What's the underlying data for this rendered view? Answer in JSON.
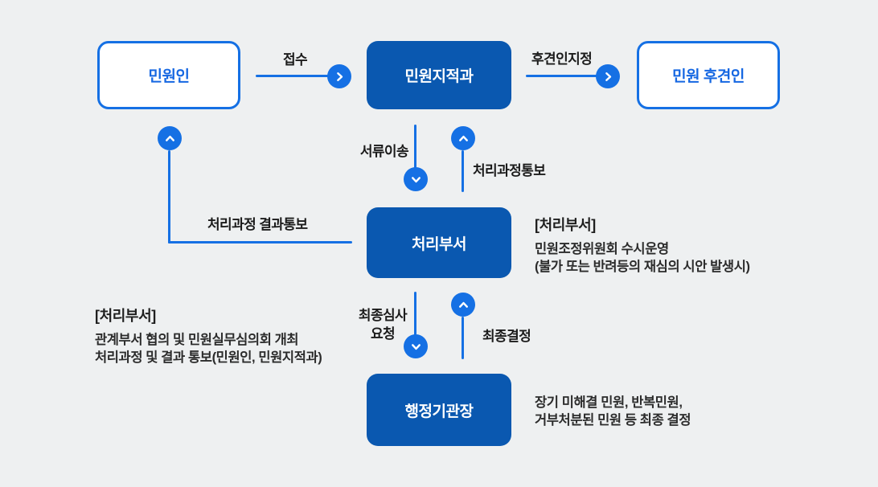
{
  "colors": {
    "background": "#eef0f1",
    "node_fill": "#0a58b0",
    "accent": "#1570e4",
    "node_text_light": "#ffffff",
    "outline_node_text": "#1567e2",
    "label_text": "#1b1b1b",
    "annotation_text": "#2b2b2b"
  },
  "nodes": {
    "applicant": {
      "label": "민원인"
    },
    "complaint_dept": {
      "label": "민원지적과"
    },
    "guardian": {
      "label": "민원 후견인"
    },
    "handling_dept": {
      "label": "처리부서"
    },
    "agency_head": {
      "label": "행정기관장"
    }
  },
  "edges": {
    "receipt": {
      "label": "접수"
    },
    "guardian_designation": {
      "label": "후견인지정"
    },
    "document_transfer": {
      "label": "서류이송"
    },
    "process_notice": {
      "label": "처리과정통보"
    },
    "result_notice": {
      "label": "처리과정 결과통보"
    },
    "final_review_request": {
      "label_line1": "최종심사",
      "label_line2": "요청"
    },
    "final_decision": {
      "label": "최종결정"
    }
  },
  "annotations": {
    "handling_dept_right": {
      "title": "[처리부서]",
      "lines": [
        "민원조정위원회 수시운영",
        "(불가 또는 반려등의 재심의 시안 발생시)"
      ]
    },
    "handling_dept_left": {
      "title": "[처리부서]",
      "lines": [
        "관계부서 협의 및 민원실무심의회 개최",
        "처리과정 및 결과 통보(민원인, 민원지적과)"
      ]
    },
    "agency_head_right": {
      "lines": [
        "장기 미해결 민원, 반복민원,",
        "거부처분된 민원 등 최종 결정"
      ]
    }
  }
}
